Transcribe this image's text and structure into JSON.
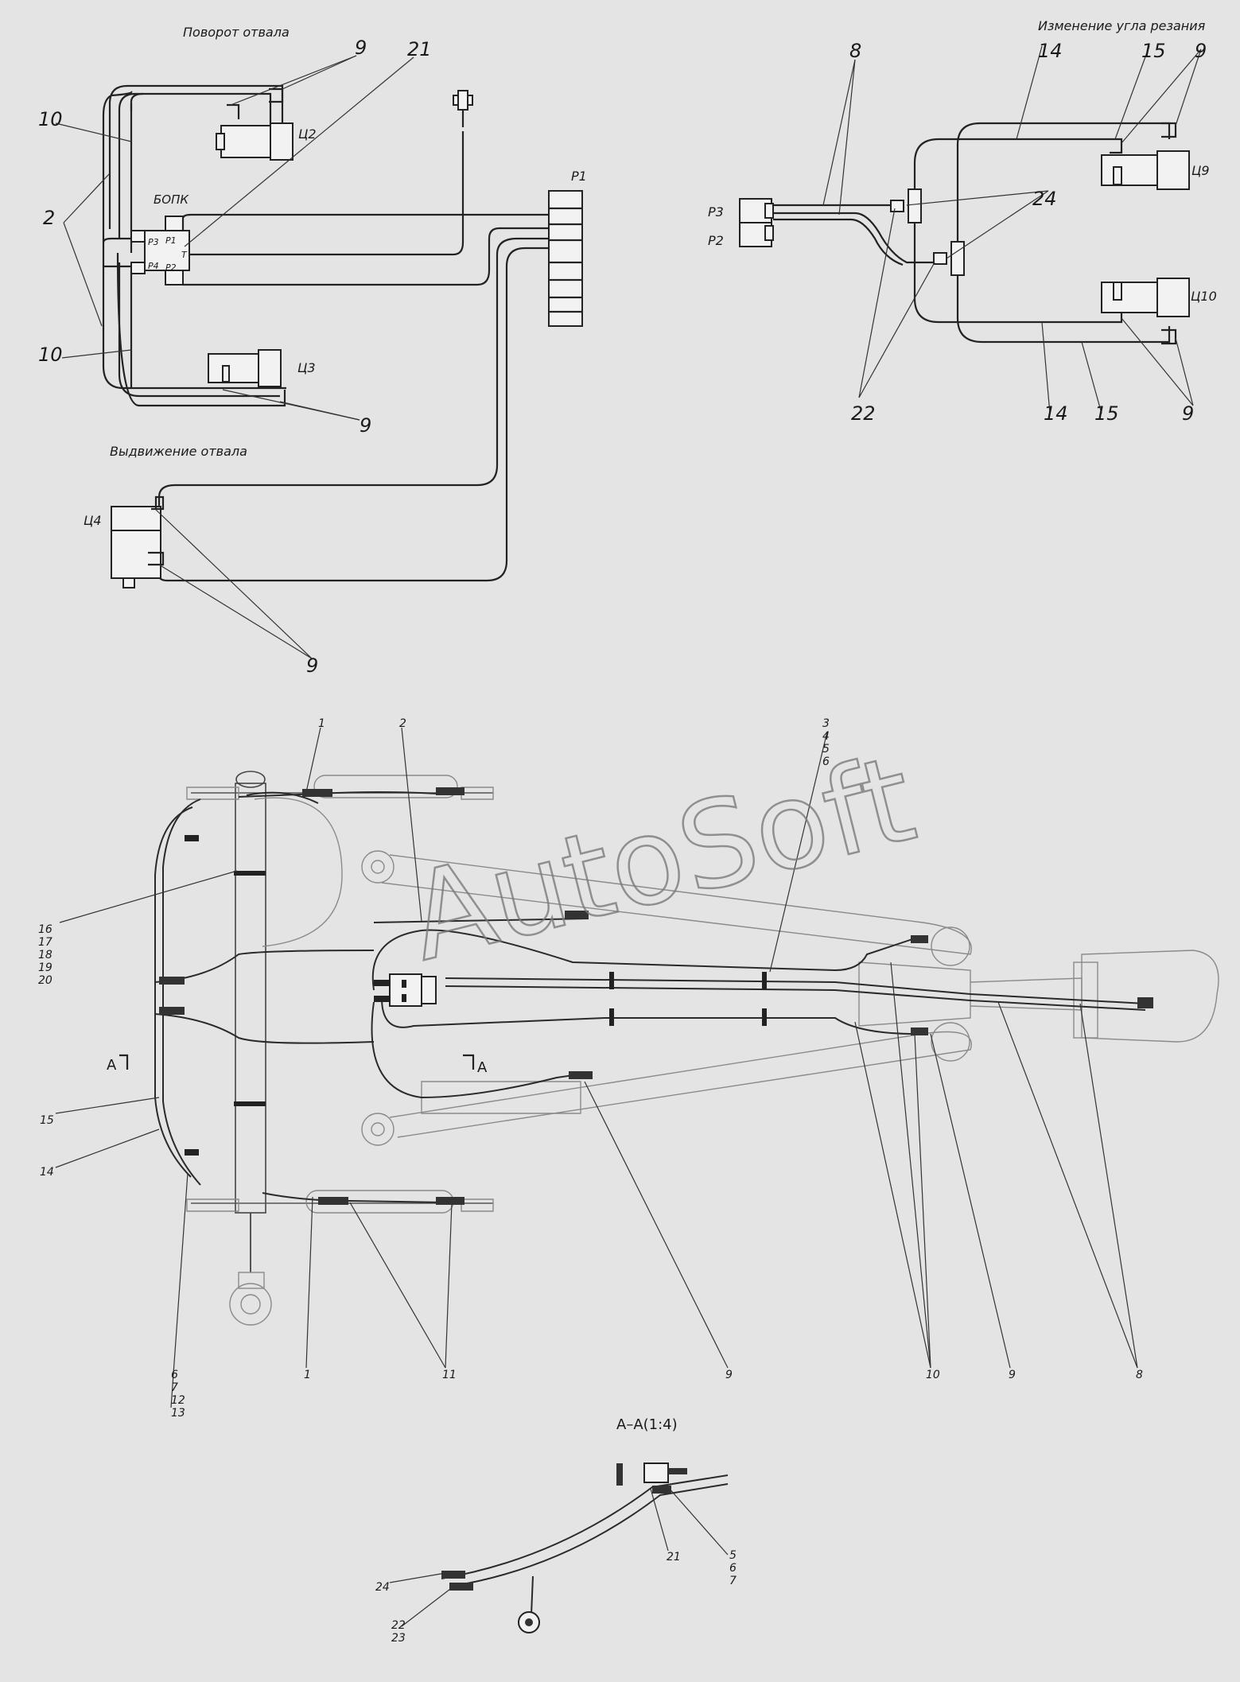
{
  "captions": {
    "blade_rotation": "Поворот отвала",
    "blade_extension": "Выдвижение отвала",
    "cut_angle": "Изменение угла резания",
    "section": "А–А(1:4)"
  },
  "units": {
    "bopk": "БОПК",
    "p1": "Р1",
    "p2_right": "Р2",
    "p3_right": "Р3",
    "c2": "Ц2",
    "c3": "Ц3",
    "c4": "Ц4",
    "c9": "Ц9",
    "c10": "Ц10",
    "valve_p1": "Р1",
    "valve_p2": "Р2",
    "valve_p3": "Р3",
    "valve_p4": "Р4",
    "valve_t": "Т",
    "section_a_left": "А",
    "section_a_right": "А"
  },
  "callouts": {
    "tl_9": "9",
    "tl_21": "21",
    "tl_10a": "10",
    "tl_2": "2",
    "tl_10b": "10",
    "tl_9b": "9",
    "tl_9c": "9",
    "tr_8": "8",
    "tr_14a": "14",
    "tr_15a": "15",
    "tr_9a": "9",
    "tr_24": "24",
    "tr_22": "22",
    "tr_14b": "14",
    "tr_15b": "15",
    "tr_9b": "9",
    "m_1a": "1",
    "m_2": "2",
    "m_3": "3",
    "m_4": "4",
    "m_5": "5",
    "m_6": "6",
    "m_16": "16",
    "m_17": "17",
    "m_18": "18",
    "m_19": "19",
    "m_20": "20",
    "m_15": "15",
    "m_14": "14",
    "m_6b": "6",
    "m_7b": "7",
    "m_12": "12",
    "m_13": "13",
    "m_1b": "1",
    "m_11": "11",
    "m_9a": "9",
    "m_10": "10",
    "m_9b": "9",
    "m_8": "8",
    "s_24": "24",
    "s_21": "21",
    "s_5": "5",
    "s_6": "6",
    "s_7": "7",
    "s_22": "22",
    "s_23": "23"
  },
  "watermark": "AutoSoft"
}
